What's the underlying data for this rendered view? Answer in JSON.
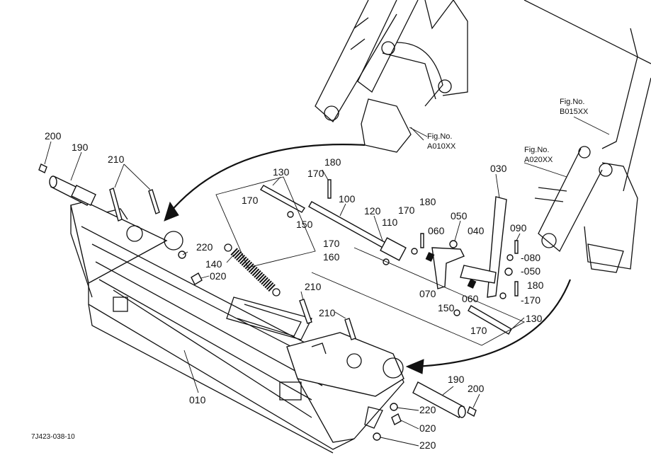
{
  "diagram": {
    "drawing_code": "7J423-038-10",
    "figure_refs": [
      {
        "id": "a010",
        "label": "Fig.No.",
        "code": "A010XX"
      },
      {
        "id": "a020",
        "label": "Fig.No.",
        "code": "A020XX"
      },
      {
        "id": "b015",
        "label": "Fig.No.",
        "code": "B015XX"
      }
    ],
    "callouts": [
      {
        "id": "c200a",
        "text": "200"
      },
      {
        "id": "c190a",
        "text": "190"
      },
      {
        "id": "c210a",
        "text": "210"
      },
      {
        "id": "c130a",
        "text": "130"
      },
      {
        "id": "c180a",
        "text": "180"
      },
      {
        "id": "c170a",
        "text": "170"
      },
      {
        "id": "c170b",
        "text": "170"
      },
      {
        "id": "c100",
        "text": "100"
      },
      {
        "id": "c150a",
        "text": "150"
      },
      {
        "id": "c120",
        "text": "120"
      },
      {
        "id": "c170c",
        "text": "170"
      },
      {
        "id": "c180b",
        "text": "180"
      },
      {
        "id": "c050a",
        "text": "050"
      },
      {
        "id": "c030",
        "text": "030"
      },
      {
        "id": "c110",
        "text": "110"
      },
      {
        "id": "c060a",
        "text": "060"
      },
      {
        "id": "c040",
        "text": "040"
      },
      {
        "id": "c090",
        "text": "090"
      },
      {
        "id": "c220a",
        "text": "220"
      },
      {
        "id": "c170d",
        "text": "170"
      },
      {
        "id": "c160",
        "text": "160"
      },
      {
        "id": "c080",
        "text": "-080"
      },
      {
        "id": "c140",
        "text": "140"
      },
      {
        "id": "c020a",
        "text": "020"
      },
      {
        "id": "c050b",
        "text": "-050"
      },
      {
        "id": "c070",
        "text": "070"
      },
      {
        "id": "c180c",
        "text": "180"
      },
      {
        "id": "c210b",
        "text": "210"
      },
      {
        "id": "c060b",
        "text": "060"
      },
      {
        "id": "c170e",
        "text": "-170"
      },
      {
        "id": "c150b",
        "text": "150"
      },
      {
        "id": "c210c",
        "text": "210"
      },
      {
        "id": "c130b",
        "text": "130"
      },
      {
        "id": "c170f",
        "text": "170"
      },
      {
        "id": "c190b",
        "text": "190"
      },
      {
        "id": "c200b",
        "text": "200"
      },
      {
        "id": "c010",
        "text": "010"
      },
      {
        "id": "c220b",
        "text": "220"
      },
      {
        "id": "c020b",
        "text": "020"
      },
      {
        "id": "c220c",
        "text": "220"
      }
    ]
  }
}
